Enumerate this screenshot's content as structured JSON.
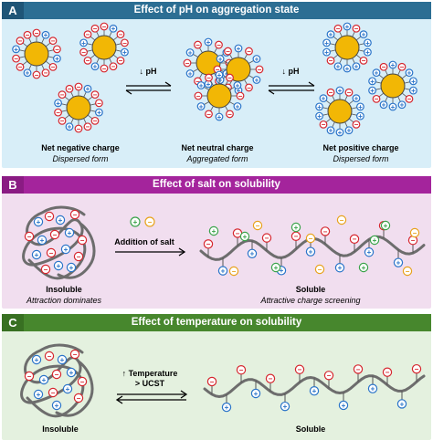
{
  "panelA": {
    "letter": "A",
    "title": "Effect of pH on aggregation state",
    "arrow1": "↓ pH",
    "arrow2": "↓ pH",
    "states": [
      {
        "charge": "Net negative charge",
        "form": "Dispersed form"
      },
      {
        "charge": "Net neutral charge",
        "form": "Aggregated form"
      },
      {
        "charge": "Net positive charge",
        "form": "Dispersed form"
      }
    ]
  },
  "panelB": {
    "letter": "B",
    "title": "Effect of salt on solubility",
    "arrow": "Addition of salt",
    "left_title": "Insoluble",
    "left_sub": "Attraction dominates",
    "right_title": "Soluble",
    "right_sub": "Attractive charge screening"
  },
  "panelC": {
    "letter": "C",
    "title": "Effect of temperature on solubility",
    "arrow_line1": "↑ Temperature",
    "arrow_line2": "> UCST",
    "left_title": "Insoluble",
    "right_title": "Soluble"
  },
  "colors": {
    "panelA_header": "#2c6e93",
    "panelB_header": "#a4249c",
    "panelC_header": "#47872d",
    "negative": "#d6262e",
    "positive": "#2a74c9",
    "salt_positive": "#3aa34a",
    "salt_negative": "#e8a21c",
    "particle": "#f2b705",
    "chain": "#6d6d6d"
  },
  "glyphs": {
    "plus": "+",
    "minus": "−"
  }
}
